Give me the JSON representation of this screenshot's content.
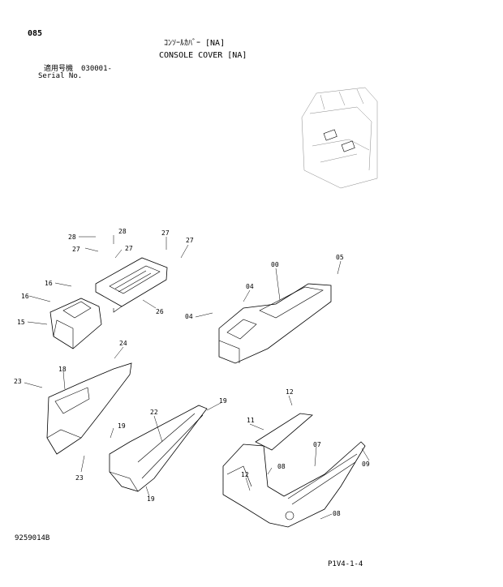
{
  "header": {
    "page_number": "085",
    "title_jp": "ｺﾝｿｰﾙｶﾊﾞｰ [NA]",
    "title_en": "CONSOLE COVER [NA]",
    "serial_label_jp": "適用号機",
    "serial_label_en": "Serial No.",
    "serial_value": "030001-"
  },
  "callouts": {
    "c28a": "28",
    "c28b": "28",
    "c27a": "27",
    "c27b": "27",
    "c27c": "27",
    "c27d": "27",
    "c16a": "16",
    "c16b": "16",
    "c15": "15",
    "c26": "26",
    "c00": "00",
    "c05": "05",
    "c04a": "04",
    "c04b": "04",
    "c24": "24",
    "c18": "18",
    "c23a": "23",
    "c23b": "23",
    "c22": "22",
    "c19a": "19",
    "c19b": "19",
    "c19c": "19",
    "c12a": "12",
    "c12b": "12",
    "c11": "11",
    "c07": "07",
    "c08a": "08",
    "c08b": "08",
    "c09": "09"
  },
  "footer": {
    "drawing_id": "9259014B",
    "ref_code": "P1V4-1-4"
  }
}
